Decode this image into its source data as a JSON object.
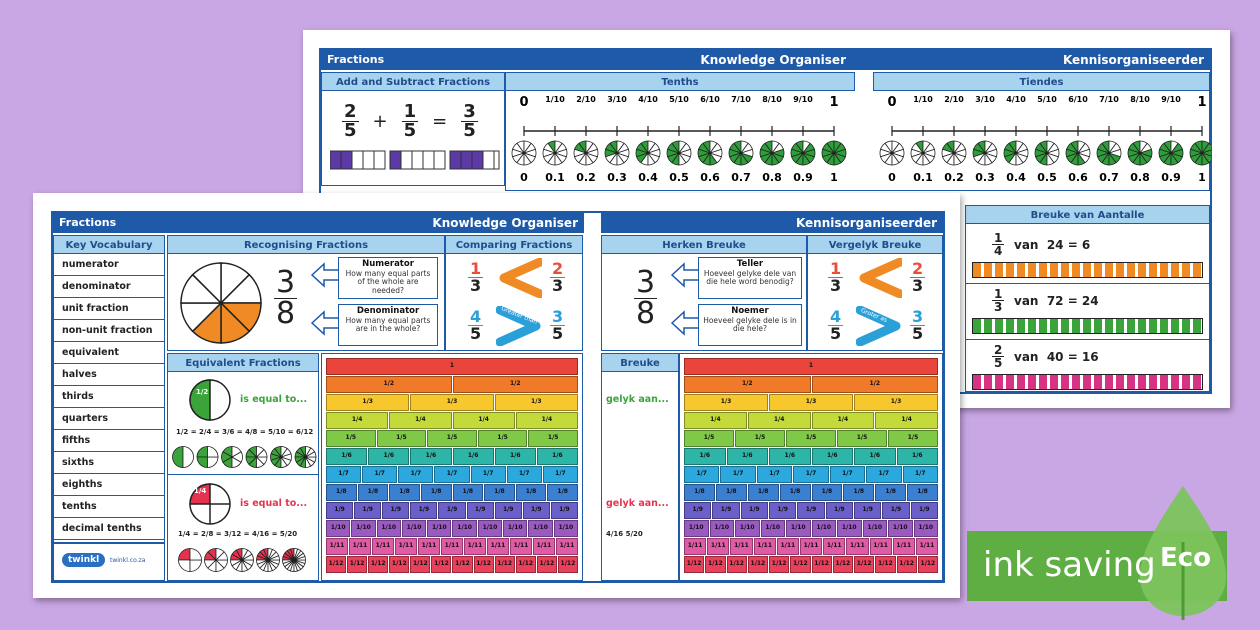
{
  "back_sheet": {
    "title_left": "Fractions",
    "title_en": "Knowledge Organiser",
    "title_af": "Kennisorganiseerder",
    "add_sub_header": "Add and Subtract Fractions",
    "tenths_header": "Tenths",
    "tiendes_header": "Tiendes",
    "eq_a_num": "2",
    "eq_a_den": "5",
    "eq_plus": "+",
    "eq_b_num": "1",
    "eq_b_den": "5",
    "eq_equals": "=",
    "eq_c_num": "3",
    "eq_c_den": "5",
    "tenths_top": [
      "0",
      "1/10",
      "2/10",
      "3/10",
      "4/10",
      "5/10",
      "6/10",
      "7/10",
      "8/10",
      "9/10",
      "1"
    ],
    "tenths_decimals": [
      "0",
      "0.1",
      "0.2",
      "0.3",
      "0.4",
      "0.5",
      "0.6",
      "0.7",
      "0.8",
      "0.9",
      "1"
    ],
    "breuke_header": "Breuke van Aantalle",
    "breuke_rows": [
      {
        "num": "1",
        "den": "4",
        "text": "van  24 = 6"
      },
      {
        "num": "1",
        "den": "3",
        "text": "van  72 = 24"
      },
      {
        "num": "2",
        "den": "5",
        "text": "van  40 = 16"
      }
    ]
  },
  "front_sheet": {
    "title_left": "Fractions",
    "title_en": "Knowledge Organiser",
    "title_af": "Kennisorganiseerder",
    "vocab_header": "Key Vocabulary",
    "vocab": [
      "numerator",
      "denominator",
      "unit fraction",
      "non-unit fraction",
      "equivalent",
      "halves",
      "thirds",
      "quarters",
      "fifths",
      "sixths",
      "eighths",
      "tenths",
      "decimal tenths"
    ],
    "recognising_header": "Recognising Fractions",
    "herken_header": "Herken Breuke",
    "big_num": "3",
    "big_den": "8",
    "numerator_title": "Numerator",
    "numerator_text": "How many equal parts of the whole are needed?",
    "denominator_title": "Denominator",
    "denominator_text": "How many equal parts are in the whole?",
    "teller_title": "Teller",
    "teller_text": "Hoeveel gelyke dele van die hele word benodig?",
    "noemer_title": "Noemer",
    "noemer_text": "Hoeveel gelyke dele is in die hele?",
    "comparing_header": "Comparing Fractions",
    "vergelyk_header": "Vergelyk Breuke",
    "cmp1_left": {
      "num": "1",
      "den": "3"
    },
    "cmp1_right": {
      "num": "2",
      "den": "3"
    },
    "cmp1_label": "Less than",
    "cmp1_label_af": "Kleiner as",
    "cmp2_left": {
      "num": "4",
      "den": "5"
    },
    "cmp2_right": {
      "num": "3",
      "den": "5"
    },
    "cmp2_label": "Greater than",
    "cmp2_label_af": "Groter as",
    "equivalent_header": "Equivalent Fractions",
    "equivalent_af_partial": "Breuke",
    "half_label": "1/2",
    "is_equal_to": "is equal to...",
    "half_series": "1/2 = 2/4 = 3/6 = 4/8 = 5/10 = 6/12",
    "quarter_label": "1/4",
    "quarter_series": "1/4 = 2/8 = 3/12 = 4/16 = 5/20",
    "af_equal_1": "gelyk aan...",
    "af_equal_2": "gelyk aan...",
    "af_quarter_series_end": "4/16  5/20",
    "logo_text": "twinkl",
    "logo_url_text": "twinkl.co.za"
  },
  "wall": {
    "rows": [
      {
        "den": 1,
        "label": "1",
        "color": "#e9453b"
      },
      {
        "den": 2,
        "label": "1/2",
        "color": "#f07a2a"
      },
      {
        "den": 3,
        "label": "1/3",
        "color": "#f7c72e"
      },
      {
        "den": 4,
        "label": "1/4",
        "color": "#c4d93a"
      },
      {
        "den": 5,
        "label": "1/5",
        "color": "#7fc947"
      },
      {
        "den": 6,
        "label": "1/6",
        "color": "#2db6a8"
      },
      {
        "den": 7,
        "label": "1/7",
        "color": "#2ba9df"
      },
      {
        "den": 8,
        "label": "1/8",
        "color": "#3b7fd1"
      },
      {
        "den": 9,
        "label": "1/9",
        "color": "#6b5fc9"
      },
      {
        "den": 10,
        "label": "1/10",
        "color": "#9b59c2"
      },
      {
        "den": 11,
        "label": "1/11",
        "color": "#e15aa5"
      },
      {
        "den": 12,
        "label": "1/12",
        "color": "#e9405c"
      }
    ]
  },
  "eco": {
    "text": "ink saving",
    "badge": "Eco"
  },
  "colors": {
    "brand_blue": "#1f5aa8",
    "header_blue": "#a7d3ef",
    "orange": "#f08a24",
    "green": "#3aa33a",
    "purple": "#6b3fa0",
    "background": "#c9a6e4",
    "eco_green": "#5eae43"
  }
}
